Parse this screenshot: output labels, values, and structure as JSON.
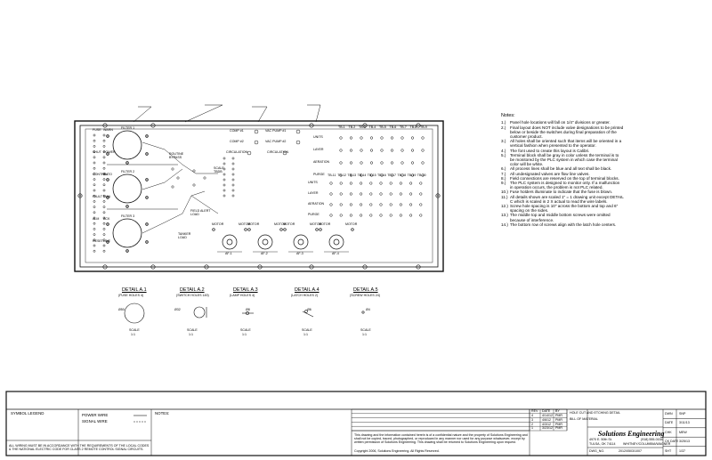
{
  "panel": {
    "left_labels": [
      "FUSE",
      "WARN",
      "SHUT",
      "POWER",
      "CONTROL",
      "AUTO",
      "FAULT",
      "MAN",
      "ALM",
      "ACK",
      "RESET",
      "LINE"
    ],
    "filters": [
      "FILTER 1",
      "FILTER 2",
      "FILTER 3"
    ],
    "bypass": "ROUTINE\nBYPASS",
    "scale_label": "SCALE\nTBDB",
    "field_label": "FIELD ALERT\nLOAD",
    "tanker_label": "TANKER\nLOAD",
    "comp_labels": [
      "COMP #1",
      "COMP #2"
    ],
    "vac_labels": [
      "VAC PUMP #1",
      "VAC PUMP #2"
    ],
    "drain_labels": [
      "CIRCULATION",
      "CIRCULATION"
    ],
    "tb_top": [
      "TB-1",
      "TB-2",
      "TB-3",
      "TB-4",
      "TB-5",
      "TB-6",
      "TB-7",
      "TB-8",
      "TB-9"
    ],
    "tb_bottom": [
      "TB-11",
      "TB-12",
      "TB-13",
      "TB-14",
      "TB-15",
      "TB-16",
      "TB-17",
      "TB-18",
      "TB-19",
      "TB-20"
    ],
    "row_labels_top": [
      "UNITS",
      "LAYER",
      "AERATION",
      "PURGE"
    ],
    "row_labels_bottom": [
      "UNITS",
      "LAYER",
      "AERATION",
      "PURGE"
    ],
    "pumps": [
      "AF-1",
      "AF-2",
      "AF-3",
      "AF-4"
    ],
    "pump_sub": [
      "MOTOR",
      "MOTOR",
      "MOTOR",
      "MOTOR"
    ]
  },
  "callouts": [
    "",
    "",
    "",
    ""
  ],
  "details": [
    {
      "title": "DETAIL A.1",
      "sub": "(FUSE HOLES 4)",
      "size": "Ø50",
      "scale": "SCALE",
      "scale_val": "1:1"
    },
    {
      "title": "DETAIL A.2",
      "sub": "(SWITCH HOLES 149)",
      "size": "Ø32",
      "scale": "SCALE",
      "scale_val": "1:1"
    },
    {
      "title": "DETAIL A.3",
      "sub": "(LAMP HOLES 4)",
      "size": "Ø8",
      "scale": "SCALE",
      "scale_val": "1:1"
    },
    {
      "title": "DETAIL A.4",
      "sub": "(LATCH HOLES 2)",
      "size": "Ø6",
      "scale": "SCALE",
      "scale_val": "1:1"
    },
    {
      "title": "DETAIL A.5",
      "sub": "(SCREW HOLES 24)",
      "size": "Ø4",
      "scale": "SCALE",
      "scale_val": "1:1"
    }
  ],
  "notes": {
    "title": "Notes:",
    "items": [
      {
        "n": "1.)",
        "t": "Panel hole locations will fall on 1/4\" divisions or greater."
      },
      {
        "n": "2.)",
        "t": "Final layout does NOT include valve designations to be printed below or beside the switches during final preparation of the customer product."
      },
      {
        "n": "3.)",
        "t": "All holes shall be oriented such that items will be oriented in a vertical fashion when presented to the operator."
      },
      {
        "n": "4.)",
        "t": "The font used to create this layout is Calibri."
      },
      {
        "n": "5.)",
        "t": "Terminal block shall be gray in color unless the terminal is to be monitored by the PLC system in which case the terminal color will be white."
      },
      {
        "n": "6.)",
        "t": "All process lines shall be blue and all text shall be black."
      },
      {
        "n": "7.)",
        "t": "All undesignated valves are flow line valves."
      },
      {
        "n": "8.)",
        "t": "Field connections are reserved on the top of terminal blocks."
      },
      {
        "n": "9.)",
        "t": "The PLC system is designed to monitor only. If a malfunction in operation occurs, the problem is not PLC related."
      },
      {
        "n": "10.)",
        "t": "Fuse holders illuminate to indicate that the fuse is blown."
      },
      {
        "n": "11.)",
        "t": "All details shown are scaled 1\" = 1 drawing unit except DETAIL C which is scaled in 2 X actual to read the wire labels."
      },
      {
        "n": "12.)",
        "t": "Screw hole spacing is 10\" across the bottom and top and 6\" spacing on the sides."
      },
      {
        "n": "13.)",
        "t": "The middle top and middle bottom screws were omitted because of interference."
      },
      {
        "n": "14.)",
        "t": "The bottom row of screws align with the latch hole centers."
      }
    ]
  },
  "title_block": {
    "symbol_legend": "SYMBOL LEGEND",
    "power_wire": "POWER WIRE",
    "signal_wire": "SIGNAL WIRE",
    "notes_label": "NOTES:",
    "compliance": "ALL WIRING MUST BE IN ACCORDANCE WITH THE REQUIREMENTS OF THE LOCAL CODES & THE NATIONAL ELECTRIC CODE FOR CLASS 2 REMOTE CONTROL SIGNAL CIRCUITS.",
    "rev_headers": [
      "REV",
      "DATE",
      "BY"
    ],
    "rev_rows": [
      [
        "4",
        "4/14/12",
        "PMR"
      ],
      [
        "3",
        "4/6/12",
        "PMR"
      ],
      [
        "2",
        "4/3/12",
        "PMR"
      ],
      [
        "1",
        "3/23/12",
        "PMR"
      ]
    ],
    "disclaimer": "This drawing and the information contained herein is of a confidential nature and the property of Solutions Engineering and shall not be copied, traced, photographed, or reproduced in any manner nor used for any purpose whatsoever, except by written permission of Solutions Engineering. This drawing shall be returned to Solutions Engineering upon request.",
    "copyright": "Copyright 2006, Solutions Engineering. All Rights Reserved.",
    "drawing_title_1": "HOLE CUT AND ETCHING DETAIL",
    "drawing_title_2": "BILL OF MATERIAL",
    "company": "Solutions Engineering",
    "address": "4970 E. 50th St.",
    "city": "TULSA, OK 74114",
    "phone": "(918) 555-0154",
    "project": "WHITNEY/COLUMBIA/WAGNER",
    "dwg_label": "DWG_NO.",
    "dwg_no": "2012/0503/1007",
    "right_labels": [
      "DWN",
      "DATE",
      "CHK",
      "CK DATE",
      "SHT"
    ],
    "right_values": [
      "SNP",
      "3/11/13",
      "MEW",
      "3/25/13",
      "1/37"
    ]
  }
}
